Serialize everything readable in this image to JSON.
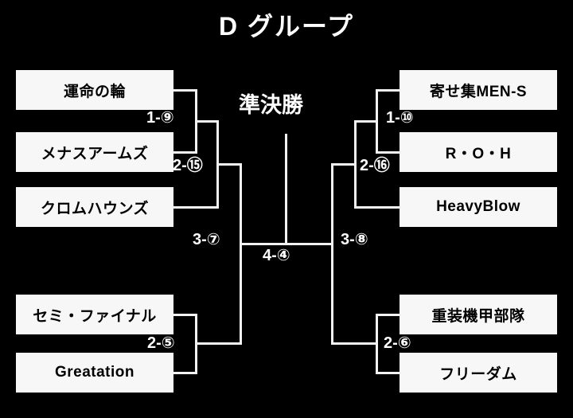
{
  "title": "D グループ",
  "center_round_label": "準決勝",
  "teams": {
    "left_top_1": "運命の輪",
    "left_top_2": "メナスアームズ",
    "left_top_3": "クロムハウンズ",
    "left_bottom_1": "セミ・ファイナル",
    "left_bottom_2": "Greatation",
    "right_top_1": "寄せ集MEN-S",
    "right_top_2": "R・O・H",
    "right_top_3": "HeavyBlow",
    "right_bottom_1": "重装機甲部隊",
    "right_bottom_2": "フリーダム"
  },
  "matches": {
    "left_r1": "1-⑨",
    "left_r2": "2-⑮",
    "left_r3": "3-⑦",
    "final": "4-④",
    "right_r1": "1-⑩",
    "right_r2": "2-⑯",
    "right_r3": "3-⑧",
    "left_bottom_r2": "2-⑤",
    "right_bottom_r2": "2-⑥"
  },
  "colors": {
    "background": "#000000",
    "box_fill": "#f7f7f7",
    "line": "#f2f2f2",
    "text_on_dark": "#ffffff",
    "text_on_light": "#000000"
  }
}
